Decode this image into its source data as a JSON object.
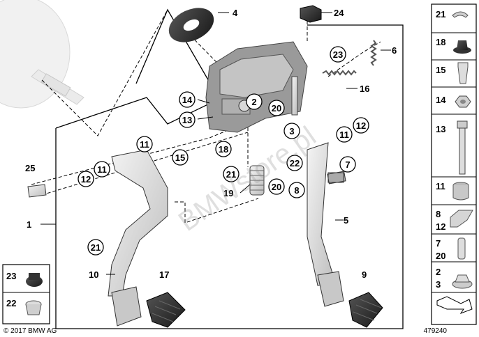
{
  "footer": {
    "copyright": "© 2017 BMW AG",
    "diagram_id": "479240"
  },
  "watermark": "BMWstore.pl",
  "callouts": {
    "c4": "4",
    "c24": "24",
    "c23": "23",
    "c6": "6",
    "c16": "16",
    "c14": "14",
    "c13": "13",
    "c2": "2",
    "c20a": "20",
    "c3": "3",
    "c11a": "11",
    "c12a": "12",
    "c22": "22",
    "c7": "7",
    "c8": "8",
    "c5": "5",
    "c18": "18",
    "c21a": "21",
    "c19": "19",
    "c20b": "20",
    "c15": "15",
    "c11b": "11",
    "c12b": "12",
    "c25": "25",
    "c1": "1",
    "c21b": "21",
    "c10": "10",
    "c17": "17",
    "c9": "9"
  },
  "parts_panel": [
    {
      "label": "21",
      "icon": "clip-icon"
    },
    {
      "label": "18",
      "icon": "rubber-stop-icon"
    },
    {
      "label": "15",
      "icon": "expanding-rivet-icon"
    },
    {
      "label": "14",
      "icon": "hex-nut-icon"
    },
    {
      "label": "13",
      "icon": "hex-bolt-icon"
    },
    {
      "label": "11",
      "icon": "bushing-icon"
    },
    {
      "label": "8",
      "label2": "12",
      "icon": "bracket-clip-icon"
    },
    {
      "label": "7",
      "label2": "20",
      "icon": "pin-icon"
    },
    {
      "label": "2",
      "label2": "3",
      "icon": "collar-nut-icon"
    },
    {
      "label": "",
      "icon": "arrow-icon"
    }
  ],
  "inset": [
    {
      "label": "23",
      "icon": "grommet-icon"
    },
    {
      "label": "22",
      "icon": "bush-icon"
    }
  ]
}
